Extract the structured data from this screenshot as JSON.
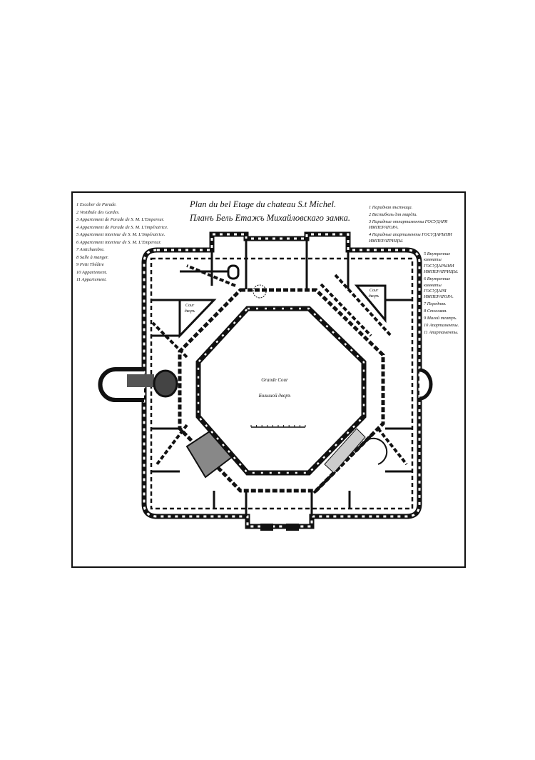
{
  "title_fr": "Plan du bel Etage du chateau S.t Michel.",
  "title_ru": "Планъ Бель Етажъ Михайловскаго замка.",
  "legend_fr": [
    "1 Escalier de Parade.",
    "2 Vestibule des Gardes.",
    "3 Appartement de Parade de S. M. L'Empereur.",
    "4 Appartement de Parade de S. M. L'Impératrice.",
    "5 Appartement interieur de S. M. L'Impératrice.",
    "6 Appartement interieur de S. M. L'Empereur.",
    "7 Antichambre.",
    "8 Salle à manger.",
    "9 Petit Théâtre",
    "10 Appartement.",
    "11 Appartement."
  ],
  "legend_ru": [
    "1 Парадная лѣстница.",
    "2 Вестибюль для гвардіи.",
    "3 Парадные отпартаменты ГОСУДАРЯ ИМПЕРАТОРА.",
    "4 Парадные апартаменты ГОСУДАРЫНИ ИМПЕРАТРИЦЫ.",
    "5 Внутренние комнаты ГОСУДАРЫНИ ИМПЕРАТРИЦЫ.",
    "6 Внутренние комнаты ГОСУДАРЯ ИМПЕРАТОРА.",
    "7 Передняя.",
    "8 Столовая.",
    "9 Малой театръ.",
    "10 Апартаменты.",
    "11 Апартаменты."
  ],
  "courtyard": {
    "fr": "Grande Cour",
    "ru": "Большой дворъ"
  },
  "small_court": {
    "fr": "Cour",
    "ru": "дворъ"
  }
}
